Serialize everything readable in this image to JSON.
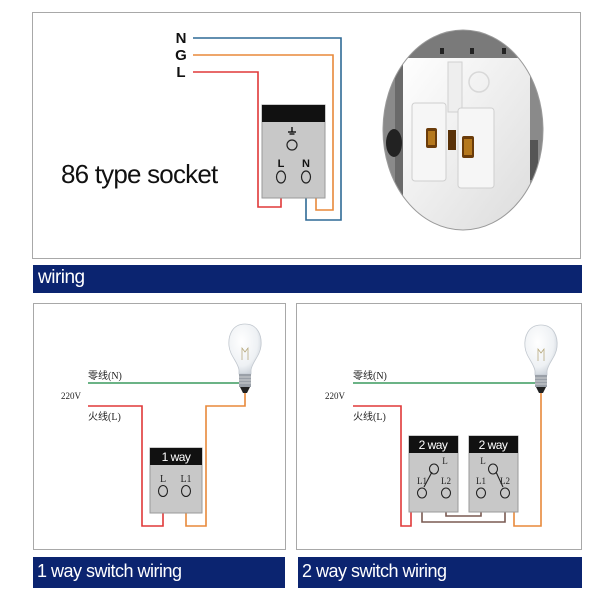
{
  "top_section": {
    "wire_labels": [
      "N",
      "G",
      "L"
    ],
    "title": "86 type socket",
    "socket": {
      "ground_symbol": "ground-icon",
      "terminals": [
        "L",
        "N"
      ]
    },
    "photo": "socket-back-terminal-photo"
  },
  "section_header": "wiring",
  "panels": [
    {
      "neutral_label": "零线(N)",
      "voltage_label": "220V",
      "live_label": "火线(L)",
      "switch_header": "1 way",
      "terminals": [
        "L",
        "L1"
      ],
      "caption": "1 way switch wiring"
    },
    {
      "neutral_label": "零线(N)",
      "voltage_label": "220V",
      "live_label": "火线(L)",
      "switches": [
        {
          "header": "2 way",
          "terminals": [
            "L",
            "L1",
            "L2"
          ]
        },
        {
          "header": "2 way",
          "terminals": [
            "L",
            "L1",
            "L2"
          ]
        }
      ],
      "caption": "2 way switch wiring"
    }
  ],
  "colors": {
    "bar_bg": "#0b2470",
    "neutral_blue": "#2f6a96",
    "ground_orange": "#e8893a",
    "live_red": "#e03838",
    "neutral_green": "#3a9a5e",
    "traveler_brown": "#7a5a52",
    "switch_body": "#c8c8c8",
    "switch_header": "#111111"
  }
}
